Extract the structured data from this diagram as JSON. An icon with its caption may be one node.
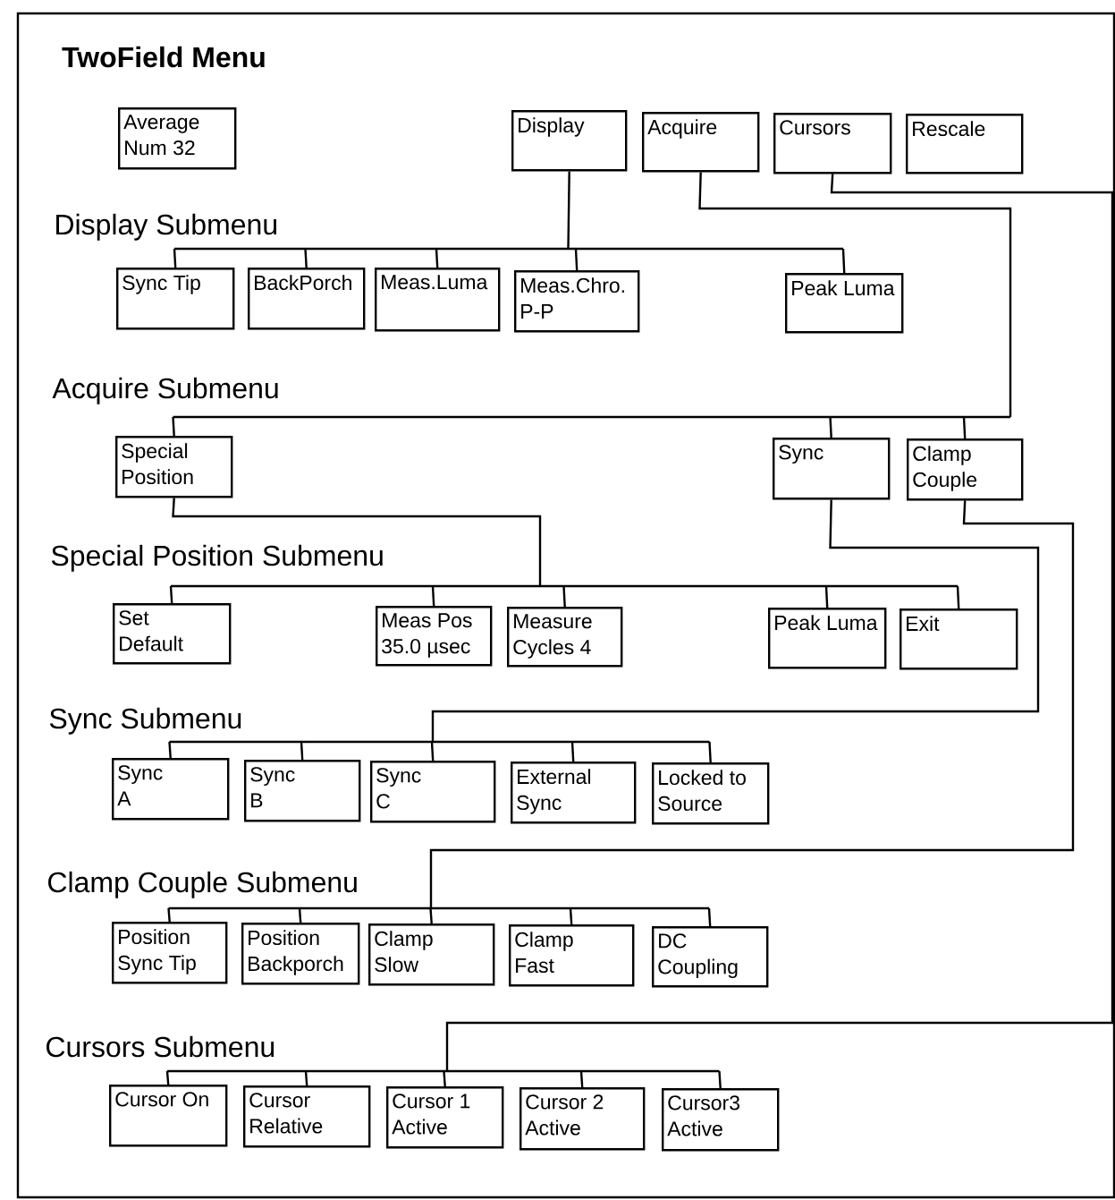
{
  "diagram": {
    "title": "TwoField Menu",
    "nodes": [
      {
        "text": [
          "Average Num 32"
        ]
      },
      {
        "text": [
          "Display"
        ]
      },
      {
        "text": [
          "Acquire"
        ]
      },
      {
        "text": [
          "Cursors"
        ]
      },
      {
        "text": [
          "Rescale"
        ]
      },
      {
        "text": [
          "Sync Tip"
        ]
      },
      {
        "text": [
          "BackPorch"
        ]
      },
      {
        "text": [
          "Meas.Luma"
        ]
      },
      {
        "text": [
          "Meas.Chro. P-P"
        ]
      },
      {
        "text": [
          "Peak Luma"
        ]
      },
      {
        "text": [
          "Special Position"
        ]
      },
      {
        "text": [
          "Sync"
        ]
      },
      {
        "text": [
          "Clamp Couple"
        ]
      },
      {
        "text": [
          "Set Default"
        ]
      },
      {
        "text": [
          "Meas Pos 35.0 µsec"
        ]
      },
      {
        "text": [
          "Measure Cycles 4"
        ]
      },
      {
        "text": [
          "Peak Luma"
        ]
      },
      {
        "text": [
          "Exit"
        ]
      },
      {
        "text": [
          "Sync A"
        ]
      },
      {
        "text": [
          "Sync B"
        ]
      },
      {
        "text": [
          "Sync C"
        ]
      },
      {
        "text": [
          "External Sync"
        ]
      },
      {
        "text": [
          "Locked to Source"
        ]
      },
      {
        "text": [
          "Position Sync Tip"
        ]
      },
      {
        "text": [
          "Position Backporch"
        ]
      },
      {
        "text": [
          "Clamp Slow"
        ]
      },
      {
        "text": [
          "Clamp Fast"
        ]
      },
      {
        "text": [
          "DC Coupling"
        ]
      },
      {
        "text": [
          "Cursor On"
        ]
      },
      {
        "text": [
          "Cursor Relative"
        ]
      },
      {
        "text": [
          "Cursor 1 Active"
        ]
      },
      {
        "text": [
          "Cursor 2 Active"
        ]
      },
      {
        "text": [
          "Cursor3 Active"
        ]
      }
    ],
    "edges": [
      {
        "from": 1,
        "to": 5,
        "arrow": "none"
      },
      {
        "from": 1,
        "to": 6,
        "arrow": "none"
      },
      {
        "from": 1,
        "to": 7,
        "arrow": "none"
      },
      {
        "from": 1,
        "to": 8,
        "arrow": "none"
      },
      {
        "from": 1,
        "to": 9,
        "arrow": "none"
      },
      {
        "from": 2,
        "to": 10,
        "arrow": "none"
      },
      {
        "from": 2,
        "to": 11,
        "arrow": "none"
      },
      {
        "from": 2,
        "to": 12,
        "arrow": "none"
      },
      {
        "from": 10,
        "to": 13,
        "arrow": "none"
      },
      {
        "from": 10,
        "to": 14,
        "arrow": "none"
      },
      {
        "from": 10,
        "to": 15,
        "arrow": "none"
      },
      {
        "from": 10,
        "to": 16,
        "arrow": "none"
      },
      {
        "from": 10,
        "to": 17,
        "arrow": "none"
      },
      {
        "from": 11,
        "to": 18,
        "arrow": "none"
      },
      {
        "from": 11,
        "to": 19,
        "arrow": "none"
      },
      {
        "from": 11,
        "to": 20,
        "arrow": "none"
      },
      {
        "from": 11,
        "to": 21,
        "arrow": "none"
      },
      {
        "from": 11,
        "to": 22,
        "arrow": "none"
      },
      {
        "from": 12,
        "to": 23,
        "arrow": "none"
      },
      {
        "from": 12,
        "to": 24,
        "arrow": "none"
      },
      {
        "from": 12,
        "to": 25,
        "arrow": "none"
      },
      {
        "from": 12,
        "to": 26,
        "arrow": "none"
      },
      {
        "from": 12,
        "to": 27,
        "arrow": "none"
      },
      {
        "from": 3,
        "to": 28,
        "arrow": "none"
      },
      {
        "from": 3,
        "to": 29,
        "arrow": "none"
      },
      {
        "from": 3,
        "to": 30,
        "arrow": "none"
      },
      {
        "from": 3,
        "to": 31,
        "arrow": "none"
      },
      {
        "from": 3,
        "to": 32,
        "arrow": "none"
      }
    ],
    "labels": [
      "Display Submenu",
      "Acquire Submenu",
      "Special Position Submenu",
      "Sync Submenu",
      "Clamp Couple Submenu",
      "Cursors Submenu"
    ]
  }
}
